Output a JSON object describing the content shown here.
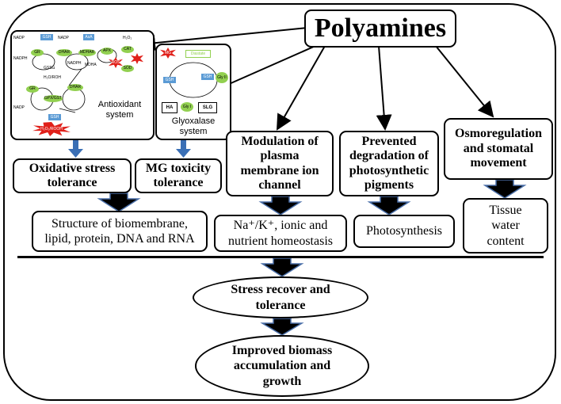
{
  "title": "Polyamines",
  "panels": {
    "antioxidant": {
      "caption": "Antioxidant system",
      "nodes": {
        "gsh_top": "GSH",
        "asa": "AsA",
        "nadp_1": "NADP",
        "nadp_2": "NADP",
        "gr": "GR",
        "dhar": "DHAR",
        "mdhar": "MDHAR",
        "apx": "APX",
        "cat": "CAT",
        "h2o2": "H₂O₂",
        "ros": "ROS",
        "sod": "SOD",
        "nadph_1": "NADPH",
        "gssg": "GSSG",
        "nadph_2": "NADPH",
        "mdha": "MDHA",
        "gr_2": "GR",
        "dhar_2": "DHAR",
        "h2o_roh": "H₂O/ROH",
        "nadp_3": "NADP",
        "gpx_gst": "GPX/GST",
        "gsh_bottom": "GSH",
        "h2o2_rooh": "H₂O₂/ROOH"
      }
    },
    "glyoxalase": {
      "caption": "Glyoxalase system",
      "nodes": {
        "mg": "MG",
        "gly_top": "Diastate",
        "gsh_left": "GSH",
        "gsh_right": "GSH",
        "gly2": "Gly II",
        "ha": "HA",
        "gly1": "Gly I",
        "slg": "SLG"
      }
    }
  },
  "mechanisms": {
    "oxidative": "Oxidative stress tolerance",
    "mg_toxicity": "MG toxicity tolerance",
    "ion_channel": "Modulation of plasma membrane ion channel",
    "pigments": "Prevented degradation of photosynthetic pigments",
    "osmoregulation": "Osmoregulation and stomatal movement"
  },
  "results": {
    "biomembrane": "Structure of biomembrane, lipid, protein, DNA and RNA",
    "homeostasis_ion": "Na⁺/K⁺",
    "homeostasis_rest": ", ionic and nutrient homeostasis",
    "photosynthesis": "Photosynthesis",
    "water": "Tissue water content"
  },
  "outcomes": {
    "stress": "Stress recover and tolerance",
    "biomass": "Improved biomass accumulation and growth"
  },
  "colors": {
    "line": "#000000",
    "blue_arrow": "#3a6fb5",
    "blue_node": "#5b9bd5",
    "green_node": "#92d050",
    "red_burst": "#e0201a",
    "arrow_fill": "#000000",
    "arrow_stroke": "#4a6fa8"
  }
}
